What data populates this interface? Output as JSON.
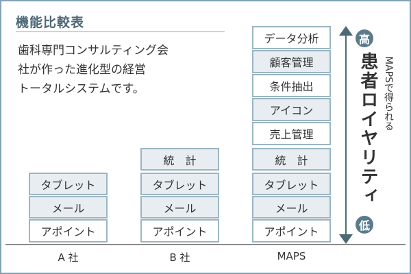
{
  "title": "機能比較表",
  "description": [
    "歯科専門コンサルティング会",
    "社が作った進化型の経営",
    "トータルシステムです。"
  ],
  "columns": [
    {
      "label": "A 社",
      "features": [
        "タブレット",
        "メール",
        "アポイント"
      ]
    },
    {
      "label": "B 社",
      "features": [
        "統　計",
        "タブレット",
        "メール",
        "アポイント"
      ]
    },
    {
      "label": "MAPS",
      "features": [
        "データ分析",
        "顧客管理",
        "条件抽出",
        "アイコン",
        "売上管理",
        "統　計",
        "タブレット",
        "メール",
        "アポイント"
      ]
    }
  ],
  "scale": {
    "high": "高",
    "low": "低",
    "main_label": "患者ロイヤリティ",
    "sub_label": "MAPSで得られる"
  }
}
